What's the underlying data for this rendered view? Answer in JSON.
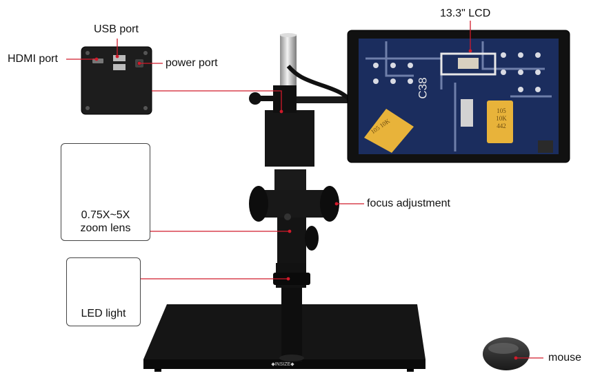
{
  "labels": {
    "usb_port": "USB port",
    "hdmi_port": "HDMI port",
    "power_port": "power port",
    "lcd": "13.3\" LCD",
    "focus_adjustment": "focus adjustment",
    "zoom_lens_line1": "0.75X~5X",
    "zoom_lens_line2": "zoom lens",
    "led_light": "LED light",
    "mouse": "mouse"
  },
  "brand": "INSIZE",
  "screen_text": {
    "board_label": "C38",
    "cap_left": "105 10K",
    "cap_right_1": "105",
    "cap_right_2": "10K",
    "cap_right_3": "442"
  },
  "colors": {
    "leader_line": "#d11a2a",
    "pcb": "#1b2d5e",
    "metal": "#121212",
    "capacitor": "#e8b33a"
  }
}
